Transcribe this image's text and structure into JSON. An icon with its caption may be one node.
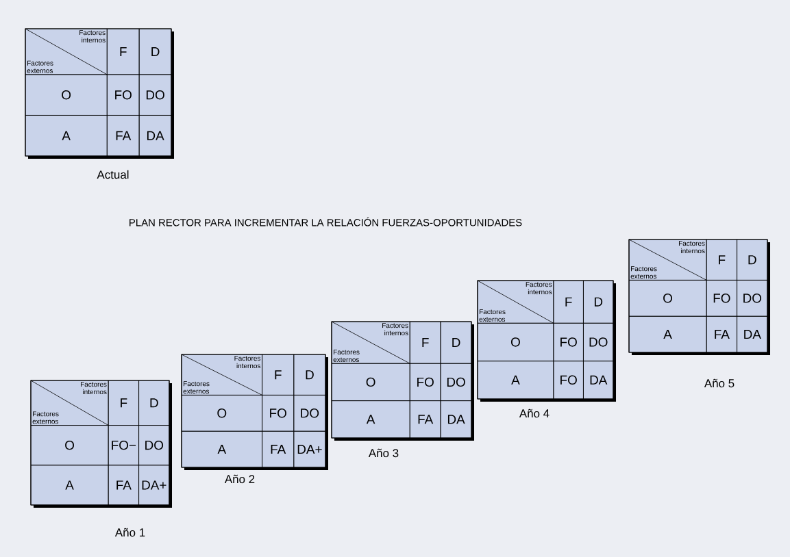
{
  "diagram": {
    "title": "PLAN RECTOR PARA INCREMENTAR LA RELACIÓN FUERZAS-OPORTUNIDADES",
    "nodes": [
      {
        "text": [],
        "shape": "box",
        "beside": [
          "Actual"
        ]
      },
      {
        "text": [
          "Factores internos",
          "Factores externos"
        ],
        "in": 0
      },
      {
        "text": [
          "F"
        ],
        "in": 0
      },
      {
        "text": [
          "D"
        ],
        "in": 0
      },
      {
        "text": [
          "O"
        ],
        "in": 0
      },
      {
        "text": [
          "FO"
        ],
        "in": 0
      },
      {
        "text": [
          "DO"
        ],
        "in": 0
      },
      {
        "text": [
          "A"
        ],
        "in": 0
      },
      {
        "text": [
          "FA"
        ],
        "in": 0
      },
      {
        "text": [
          "DA"
        ],
        "in": 0
      },
      {
        "text": [],
        "shape": "box",
        "beside": [
          "Año 1"
        ]
      },
      {
        "text": [
          "Factores internos",
          "Factores externos"
        ],
        "in": 10
      },
      {
        "text": [
          "F"
        ],
        "in": 10
      },
      {
        "text": [
          "D"
        ],
        "in": 10
      },
      {
        "text": [
          "O"
        ],
        "in": 10
      },
      {
        "text": [
          "FO−"
        ],
        "in": 10
      },
      {
        "text": [
          "DO"
        ],
        "in": 10
      },
      {
        "text": [
          "A"
        ],
        "in": 10
      },
      {
        "text": [
          "FA"
        ],
        "in": 10
      },
      {
        "text": [
          "DA+"
        ],
        "in": 10
      },
      {
        "text": [],
        "shape": "box",
        "beside": [
          "Año 2"
        ]
      },
      {
        "text": [
          "Factores internos",
          "Factores externos"
        ],
        "in": 20
      },
      {
        "text": [
          "F"
        ],
        "in": 20
      },
      {
        "text": [
          "D"
        ],
        "in": 20
      },
      {
        "text": [
          "O"
        ],
        "in": 20
      },
      {
        "text": [
          "FO"
        ],
        "in": 20
      },
      {
        "text": [
          "DO"
        ],
        "in": 20
      },
      {
        "text": [
          "A"
        ],
        "in": 20
      },
      {
        "text": [
          "FA"
        ],
        "in": 20
      },
      {
        "text": [
          "DA+"
        ],
        "in": 20
      },
      {
        "text": [],
        "shape": "box",
        "beside": [
          "Año 3"
        ]
      },
      {
        "text": [
          "Factores internos",
          "Factores externos"
        ],
        "in": 30
      },
      {
        "text": [
          "F"
        ],
        "in": 30
      },
      {
        "text": [
          "D"
        ],
        "in": 30
      },
      {
        "text": [
          "O"
        ],
        "in": 30
      },
      {
        "text": [
          "FO"
        ],
        "in": 30
      },
      {
        "text": [
          "DO"
        ],
        "in": 30
      },
      {
        "text": [
          "A"
        ],
        "in": 30
      },
      {
        "text": [
          "FA"
        ],
        "in": 30
      },
      {
        "text": [
          "DA"
        ],
        "in": 30
      },
      {
        "text": [],
        "shape": "box",
        "beside": [
          "Año 4"
        ]
      },
      {
        "text": [
          "Factores internos",
          "Factores externos"
        ],
        "in": 40
      },
      {
        "text": [
          "F"
        ],
        "in": 40
      },
      {
        "text": [
          "D"
        ],
        "in": 40
      },
      {
        "text": [
          "O"
        ],
        "in": 40
      },
      {
        "text": [
          "FO"
        ],
        "in": 40
      },
      {
        "text": [
          "DO"
        ],
        "in": 40
      },
      {
        "text": [
          "A"
        ],
        "in": 40
      },
      {
        "text": [
          "FO"
        ],
        "in": 40
      },
      {
        "text": [
          "DA"
        ],
        "in": 40
      },
      {
        "text": [],
        "shape": "box",
        "beside": [
          "Año 5"
        ]
      },
      {
        "text": [
          "Factores internos",
          "Factores externos"
        ],
        "in": 50
      },
      {
        "text": [
          "F"
        ],
        "in": 50
      },
      {
        "text": [
          "D"
        ],
        "in": 50
      },
      {
        "text": [
          "O"
        ],
        "in": 50
      },
      {
        "text": [
          "FO"
        ],
        "in": 50
      },
      {
        "text": [
          "DO"
        ],
        "in": 50
      },
      {
        "text": [
          "A"
        ],
        "in": 50
      },
      {
        "text": [
          "FA"
        ],
        "in": 50
      },
      {
        "text": [
          "DA"
        ],
        "in": 50
      }
    ]
  }
}
